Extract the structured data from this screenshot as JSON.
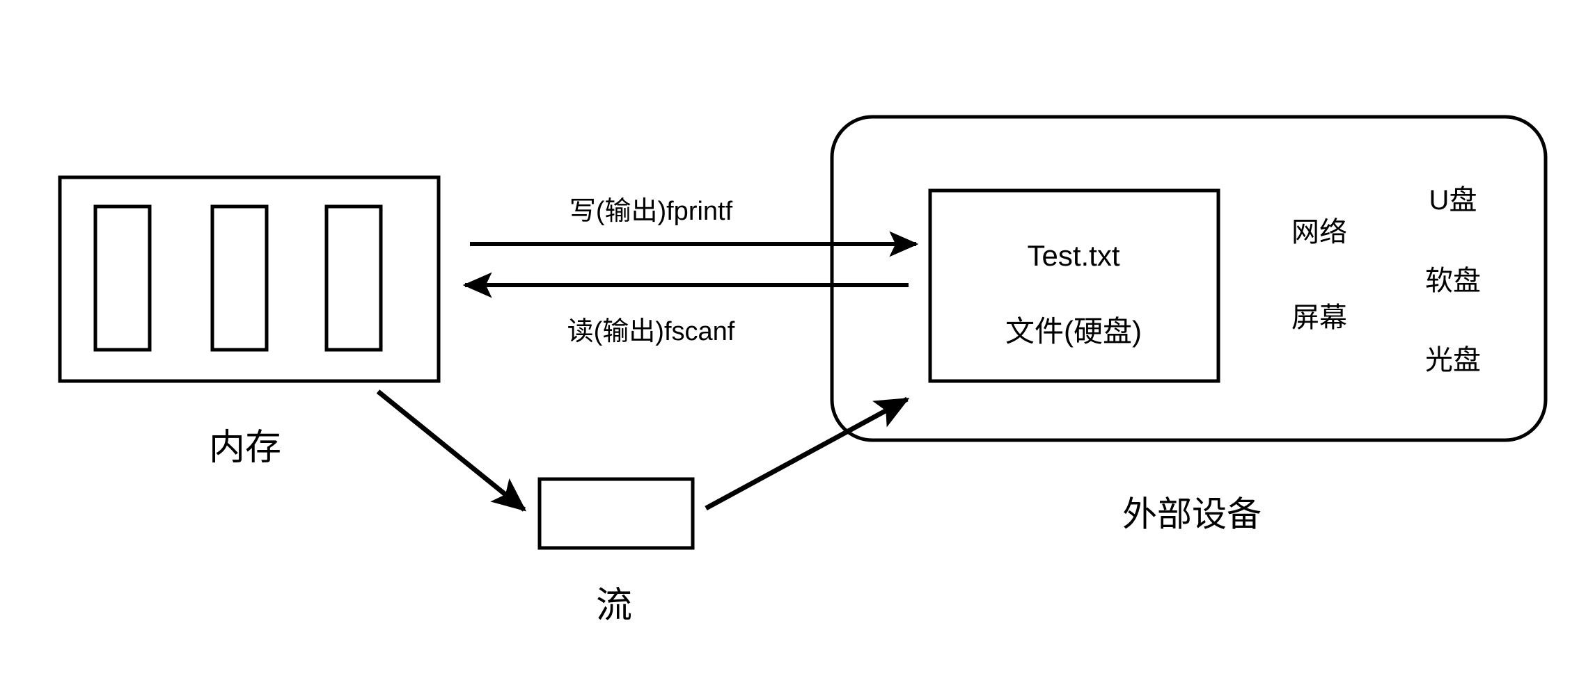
{
  "diagram": {
    "title_elements": {
      "memory_caption": "内存",
      "stream_caption": "流",
      "external_caption": "外部设备"
    },
    "memory": {
      "caption": "内存",
      "cell_count": 3,
      "cells": [
        "",
        "",
        ""
      ]
    },
    "stream": {
      "caption": "流",
      "box_text": ""
    },
    "file": {
      "filename": "Test.txt",
      "subtitle": "文件(硬盘)"
    },
    "external_devices": {
      "caption": "外部设备",
      "column_left": [
        "网络",
        "屏幕"
      ],
      "column_right": [
        "U盘",
        "软盘",
        "光盘"
      ]
    },
    "arrows": {
      "write": {
        "label": "写(输出)fprintf",
        "direction": "memory-to-file"
      },
      "read": {
        "label": "读(输出)fscanf",
        "direction": "file-to-memory"
      },
      "memory_to_stream": {
        "label": "",
        "direction": "memory-to-stream"
      },
      "stream_to_file": {
        "label": "",
        "direction": "stream-to-external"
      }
    },
    "colors": {
      "stroke": "#000000",
      "background": "#ffffff",
      "text": "#000000"
    }
  }
}
